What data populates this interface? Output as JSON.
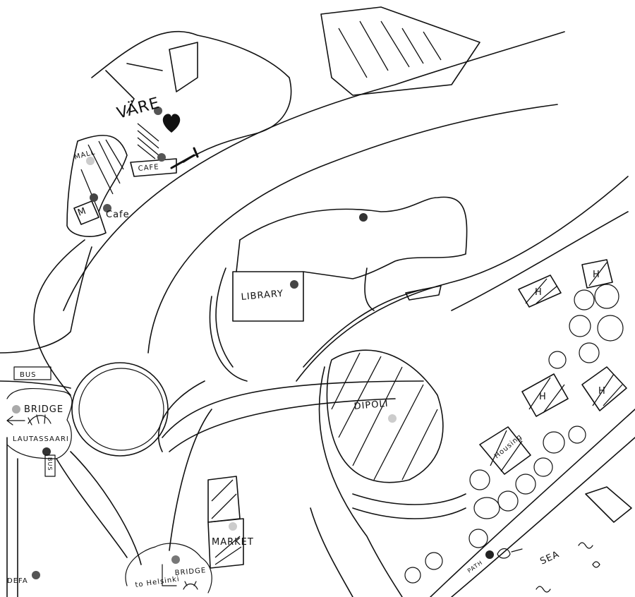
{
  "labels": {
    "vare": "VÄRE",
    "mall": "MALL",
    "cafe_top": "CAFE",
    "cafe_mall": "Cafe",
    "metro": "M",
    "library": "LIBRARY",
    "bus_top": "BUS",
    "bridge_west": "BRIDGE",
    "lauttasaari": "LAUTASSAARI",
    "bus_stop": "BUS",
    "dipoli": "DIPOLI",
    "housing_1": "H",
    "housing_2": "H",
    "housing_3": "H",
    "housing_4": "H",
    "housing_5": "Housing",
    "market": "MARKET",
    "to_helsinki": "to Helsinki",
    "bridge_south": "BRIDGE",
    "defa": "DEFA",
    "path": "PATH",
    "sea": "SEA"
  },
  "markers": [
    {
      "id": "vare",
      "color": "#555555"
    },
    {
      "id": "cafe-top",
      "color": "#555555"
    },
    {
      "id": "mall",
      "color": "#cccccc"
    },
    {
      "id": "metro",
      "color": "#444444"
    },
    {
      "id": "cafe-mall",
      "color": "#555555"
    },
    {
      "id": "dipoli-wing",
      "color": "#333333"
    },
    {
      "id": "library",
      "color": "#444444"
    },
    {
      "id": "dipoli",
      "color": "#cccccc"
    },
    {
      "id": "bridge-west",
      "color": "#aaaaaa"
    },
    {
      "id": "bus-stop",
      "color": "#333333"
    },
    {
      "id": "market",
      "color": "#cccccc"
    },
    {
      "id": "bridge-south",
      "color": "#777777"
    },
    {
      "id": "defa",
      "color": "#555555"
    },
    {
      "id": "path",
      "color": "#222222"
    }
  ],
  "heart_color": "#111111"
}
